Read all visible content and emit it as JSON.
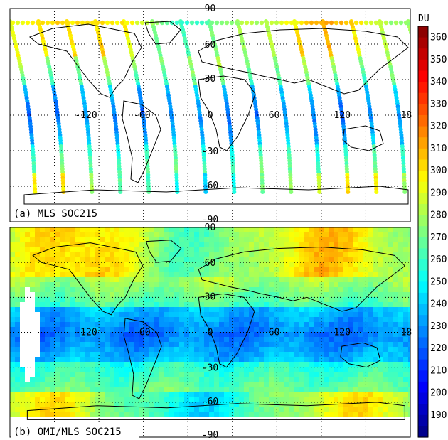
{
  "colorbar": {
    "unit": "DU",
    "min": 180,
    "max": 365,
    "ticks": [
      "360",
      "350",
      "340",
      "330",
      "320",
      "310",
      "300",
      "290",
      "280",
      "270",
      "260",
      "250",
      "240",
      "230",
      "220",
      "210",
      "200",
      "190"
    ]
  },
  "panels": [
    {
      "title": "(a) MLS SOC215",
      "lon_labels": [
        "-120",
        "-60",
        "0",
        "60",
        "120",
        "18"
      ],
      "lat_labels": [
        "90",
        "60",
        "30",
        "-30",
        "-60",
        "-90"
      ]
    },
    {
      "title": "(b) OMI/MLS SOC215",
      "lon_labels": [
        "-120",
        "-60",
        "0",
        "60",
        "120",
        "18"
      ],
      "lat_labels": [
        "90",
        "60",
        "30",
        "-30",
        "-60",
        "-90"
      ]
    }
  ]
}
